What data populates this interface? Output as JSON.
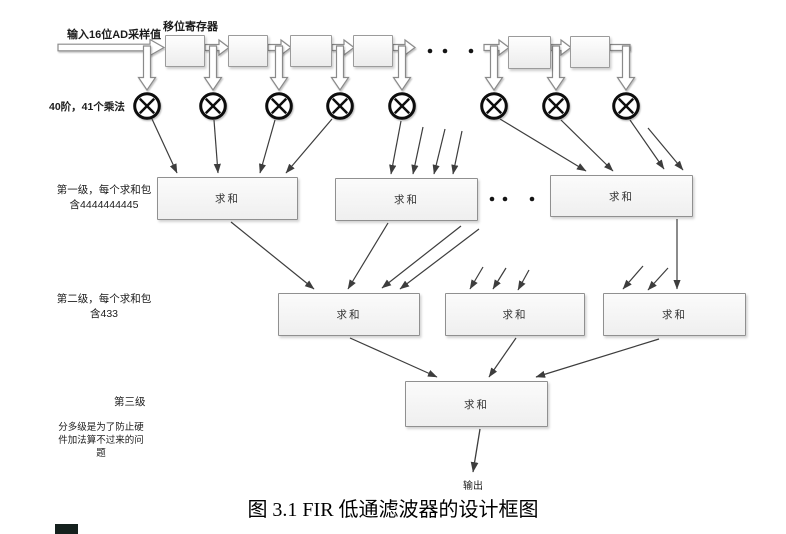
{
  "diagram": {
    "input_label": "输入16位AD采样值",
    "shift_register_label": "移位寄存器",
    "multiplier_note": "40阶，41个乘法",
    "level1_note_line1": "第一级，每个求和包",
    "level1_note_line2": "含4444444445",
    "level2_note_line1": "第二级，每个求和包",
    "level2_note_line2": "含433",
    "level3_note": "第三级",
    "reason_note_line1": "分多级是为了防止硬",
    "reason_note_line2": "件加法算不过来的问",
    "reason_note_line3": "题",
    "sum_label": "求和",
    "output_label": "输出",
    "caption": "图 3.1 FIR 低通滤波器的设计框图",
    "counts": {
      "shift_register_cells_visible": 6,
      "multipliers_visible": 8,
      "sum_boxes_level1": 3,
      "sum_boxes_level2": 3,
      "sum_boxes_level3": 1
    },
    "icons": {
      "multiplier": "circled-x-multiply-icon",
      "ellipsis": "continuation-dots",
      "hollow_arrow": "block-arrow-connector"
    },
    "colors": {
      "box_border": "#9b9b9b",
      "box_fill_top": "#fefefe",
      "box_fill_bottom": "#ececec",
      "thin_arrow": "#3d3d3d",
      "hollow_arrow_outline": "#8a8a8a",
      "multiplier_stroke": "#0d0d0d",
      "text": "#1c1c1c"
    }
  }
}
